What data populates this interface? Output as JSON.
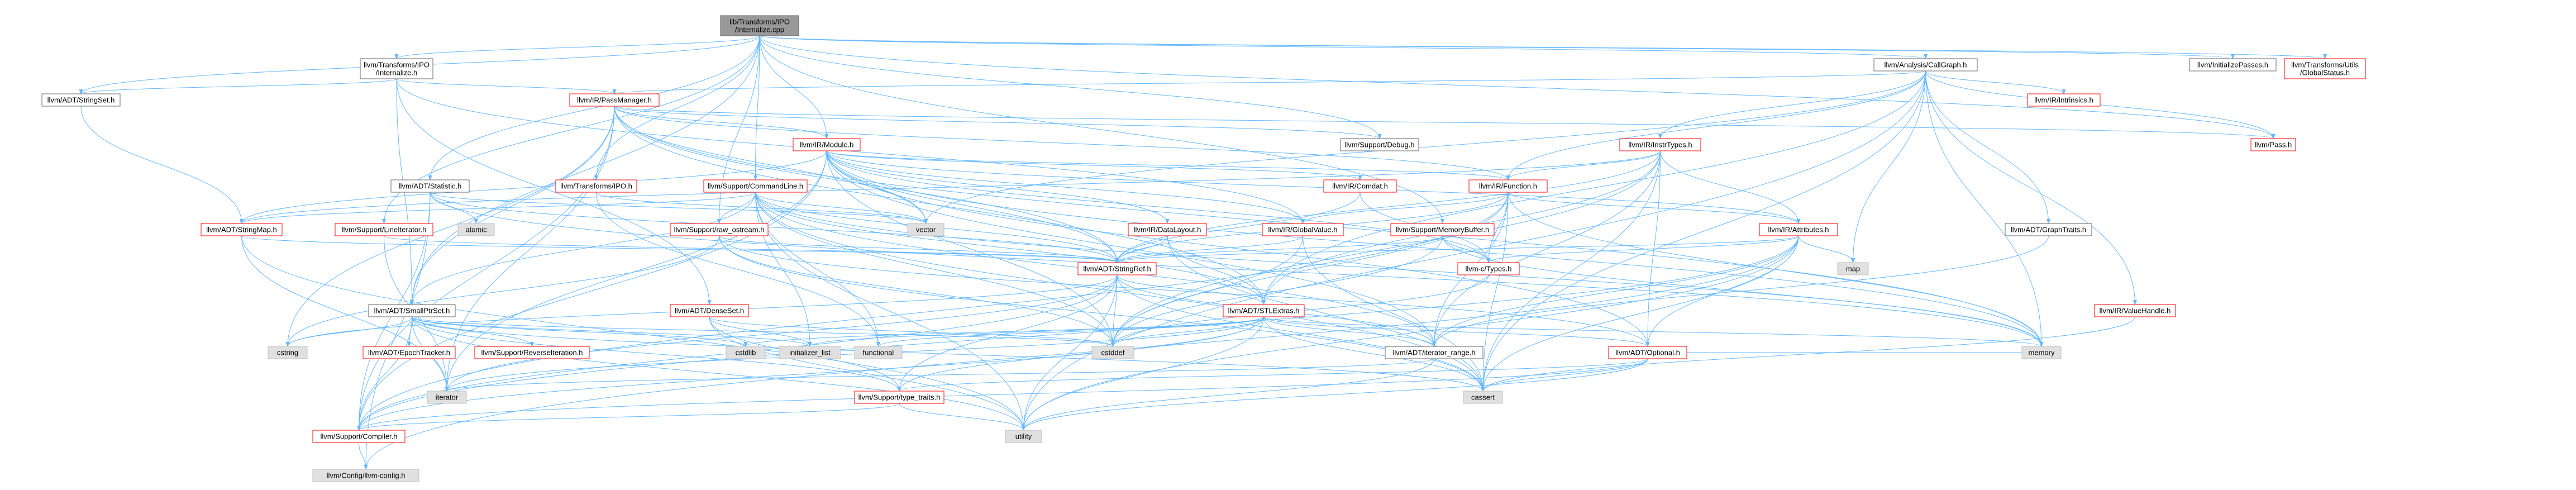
{
  "graph": {
    "colors": {
      "root_fill": "#999999",
      "node_fill": "#ffffff",
      "external_fill": "#e0e0e0",
      "node_border": "#666666",
      "red_border": "#ff0000",
      "text": "#000000",
      "edge": "#63b8ff"
    },
    "nodes": [
      {
        "id": "root",
        "lines": [
          "lib/Transforms/IPO",
          "/Internalize.cpp"
        ],
        "kind": "root"
      },
      {
        "id": "ipo_internalize_h",
        "lines": [
          "llvm/Transforms/IPO",
          "/Internalize.h"
        ],
        "kind": "normal"
      },
      {
        "id": "callgraph",
        "lines": [
          "llvm/Analysis/CallGraph.h"
        ],
        "kind": "normal"
      },
      {
        "id": "initializepasses",
        "lines": [
          "llvm/InitializePasses.h"
        ],
        "kind": "normal"
      },
      {
        "id": "globalstatus",
        "lines": [
          "llvm/Transforms/Utils",
          "/GlobalStatus.h"
        ],
        "kind": "red"
      },
      {
        "id": "stringset",
        "lines": [
          "llvm/ADT/StringSet.h"
        ],
        "kind": "normal"
      },
      {
        "id": "passmanager",
        "lines": [
          "llvm/IR/PassManager.h"
        ],
        "kind": "red"
      },
      {
        "id": "intrinsics",
        "lines": [
          "llvm/IR/Intrinsics.h"
        ],
        "kind": "red"
      },
      {
        "id": "instrtypes",
        "lines": [
          "llvm/IR/InstrTypes.h"
        ],
        "kind": "red"
      },
      {
        "id": "module",
        "lines": [
          "llvm/IR/Module.h"
        ],
        "kind": "red"
      },
      {
        "id": "debug",
        "lines": [
          "llvm/Support/Debug.h"
        ],
        "kind": "normal"
      },
      {
        "id": "pass",
        "lines": [
          "llvm/Pass.h"
        ],
        "kind": "red"
      },
      {
        "id": "statistic",
        "lines": [
          "llvm/ADT/Statistic.h"
        ],
        "kind": "normal"
      },
      {
        "id": "transforms_ipo",
        "lines": [
          "llvm/Transforms/IPO.h"
        ],
        "kind": "red"
      },
      {
        "id": "commandline",
        "lines": [
          "llvm/Support/CommandLine.h"
        ],
        "kind": "red"
      },
      {
        "id": "comdat",
        "lines": [
          "llvm/IR/Comdat.h"
        ],
        "kind": "red"
      },
      {
        "id": "function",
        "lines": [
          "llvm/IR/Function.h"
        ],
        "kind": "red"
      },
      {
        "id": "stringmap",
        "lines": [
          "llvm/ADT/StringMap.h"
        ],
        "kind": "red"
      },
      {
        "id": "atomic",
        "lines": [
          "atomic"
        ],
        "kind": "external"
      },
      {
        "id": "vector",
        "lines": [
          "vector"
        ],
        "kind": "external"
      },
      {
        "id": "lineiterator",
        "lines": [
          "llvm/Support/LineIterator.h"
        ],
        "kind": "red"
      },
      {
        "id": "raw_ostream",
        "lines": [
          "llvm/Support/raw_ostream.h"
        ],
        "kind": "red"
      },
      {
        "id": "datalayout",
        "lines": [
          "llvm/IR/DataLayout.h"
        ],
        "kind": "red"
      },
      {
        "id": "globalvalue",
        "lines": [
          "llvm/IR/GlobalValue.h"
        ],
        "kind": "red"
      },
      {
        "id": "memorybuffer",
        "lines": [
          "llvm/Support/MemoryBuffer.h"
        ],
        "kind": "red"
      },
      {
        "id": "attributes",
        "lines": [
          "llvm/IR/Attributes.h"
        ],
        "kind": "red"
      },
      {
        "id": "graphtraits",
        "lines": [
          "llvm/ADT/GraphTraits.h"
        ],
        "kind": "normal"
      },
      {
        "id": "stringref",
        "lines": [
          "llvm/ADT/StringRef.h"
        ],
        "kind": "red"
      },
      {
        "id": "ctypes",
        "lines": [
          "llvm-c/Types.h"
        ],
        "kind": "red"
      },
      {
        "id": "map",
        "lines": [
          "map"
        ],
        "kind": "external"
      },
      {
        "id": "smallptrset",
        "lines": [
          "llvm/ADT/SmallPtrSet.h"
        ],
        "kind": "normal"
      },
      {
        "id": "densemap",
        "lines": [
          "llvm/ADT/DenseSet.h"
        ],
        "kind": "red"
      },
      {
        "id": "stlextras",
        "lines": [
          "llvm/ADT/STLExtras.h"
        ],
        "kind": "red"
      },
      {
        "id": "valuehandle",
        "lines": [
          "llvm/IR/ValueHandle.h"
        ],
        "kind": "red"
      },
      {
        "id": "cstring",
        "lines": [
          "cstring"
        ],
        "kind": "external"
      },
      {
        "id": "epochtracker",
        "lines": [
          "llvm/ADT/EpochTracker.h"
        ],
        "kind": "red"
      },
      {
        "id": "reverseiteration",
        "lines": [
          "llvm/Support/ReverseIteration.h"
        ],
        "kind": "red"
      },
      {
        "id": "cstdlib",
        "lines": [
          "cstdlib"
        ],
        "kind": "external"
      },
      {
        "id": "initializer_list",
        "lines": [
          "initializer_list"
        ],
        "kind": "external"
      },
      {
        "id": "functional",
        "lines": [
          "functional"
        ],
        "kind": "external"
      },
      {
        "id": "cstddef",
        "lines": [
          "cstddef"
        ],
        "kind": "external"
      },
      {
        "id": "iterator_range",
        "lines": [
          "llvm/ADT/iterator_range.h"
        ],
        "kind": "normal"
      },
      {
        "id": "optional",
        "lines": [
          "llvm/ADT/Optional.h"
        ],
        "kind": "red"
      },
      {
        "id": "memory",
        "lines": [
          "memory"
        ],
        "kind": "external"
      },
      {
        "id": "iterator",
        "lines": [
          "iterator"
        ],
        "kind": "external"
      },
      {
        "id": "type_traits",
        "lines": [
          "llvm/Support/type_traits.h"
        ],
        "kind": "red"
      },
      {
        "id": "cassert",
        "lines": [
          "cassert"
        ],
        "kind": "external"
      },
      {
        "id": "utility",
        "lines": [
          "utility"
        ],
        "kind": "external"
      },
      {
        "id": "compiler",
        "lines": [
          "llvm/Support/Compiler.h"
        ],
        "kind": "red"
      },
      {
        "id": "llvm_config",
        "lines": [
          "llvm/Config/llvm-config.h"
        ],
        "kind": "external"
      }
    ],
    "edges": [
      [
        "root",
        "ipo_internalize_h"
      ],
      [
        "root",
        "callgraph"
      ],
      [
        "root",
        "initializepasses"
      ],
      [
        "root",
        "globalstatus"
      ],
      [
        "root",
        "stringset"
      ],
      [
        "root",
        "module"
      ],
      [
        "root",
        "debug"
      ],
      [
        "root",
        "pass"
      ],
      [
        "root",
        "statistic"
      ],
      [
        "root",
        "transforms_ipo"
      ],
      [
        "root",
        "commandline"
      ],
      [
        "root",
        "lineiterator"
      ],
      [
        "root",
        "raw_ostream"
      ],
      [
        "root",
        "memorybuffer"
      ],
      [
        "root",
        "smallptrset"
      ],
      [
        "ipo_internalize_h",
        "passmanager"
      ],
      [
        "ipo_internalize_h",
        "stringset"
      ],
      [
        "ipo_internalize_h",
        "smallptrset"
      ],
      [
        "ipo_internalize_h",
        "densemap"
      ],
      [
        "ipo_internalize_h",
        "globalvalue"
      ],
      [
        "callgraph",
        "passmanager"
      ],
      [
        "callgraph",
        "intrinsics"
      ],
      [
        "callgraph",
        "instrtypes"
      ],
      [
        "callgraph",
        "pass"
      ],
      [
        "callgraph",
        "graphtraits"
      ],
      [
        "callgraph",
        "valuehandle"
      ],
      [
        "callgraph",
        "stlextras"
      ],
      [
        "callgraph",
        "map"
      ],
      [
        "callgraph",
        "memory"
      ],
      [
        "callgraph",
        "utility"
      ],
      [
        "callgraph",
        "vector"
      ],
      [
        "callgraph",
        "cassert"
      ],
      [
        "callgraph",
        "function"
      ],
      [
        "stringset",
        "stringmap"
      ],
      [
        "passmanager",
        "module"
      ],
      [
        "passmanager",
        "function"
      ],
      [
        "passmanager",
        "stringref"
      ],
      [
        "passmanager",
        "smallptrset"
      ],
      [
        "passmanager",
        "stlextras"
      ],
      [
        "passmanager",
        "compiler"
      ],
      [
        "passmanager",
        "vector"
      ],
      [
        "passmanager",
        "iterator"
      ],
      [
        "passmanager",
        "cstring"
      ],
      [
        "passmanager",
        "memory"
      ],
      [
        "passmanager",
        "pass"
      ],
      [
        "passmanager",
        "debug"
      ],
      [
        "instrtypes",
        "attributes"
      ],
      [
        "instrtypes",
        "function"
      ],
      [
        "instrtypes",
        "stringmap"
      ],
      [
        "instrtypes",
        "optional"
      ],
      [
        "instrtypes",
        "stlextras"
      ],
      [
        "instrtypes",
        "iterator_range"
      ],
      [
        "instrtypes",
        "stringref"
      ],
      [
        "instrtypes",
        "cassert"
      ],
      [
        "instrtypes",
        "cstddef"
      ],
      [
        "module",
        "comdat"
      ],
      [
        "module",
        "datalayout"
      ],
      [
        "module",
        "function"
      ],
      [
        "module",
        "globalvalue"
      ],
      [
        "module",
        "attributes"
      ],
      [
        "module",
        "stringmap"
      ],
      [
        "module",
        "stringref"
      ],
      [
        "module",
        "ctypes"
      ],
      [
        "module",
        "optional"
      ],
      [
        "module",
        "iterator_range"
      ],
      [
        "module",
        "vector"
      ],
      [
        "module",
        "memory"
      ],
      [
        "module",
        "cstddef"
      ],
      [
        "module",
        "iterator"
      ],
      [
        "module",
        "compiler"
      ],
      [
        "statistic",
        "atomic"
      ],
      [
        "statistic",
        "memory"
      ],
      [
        "statistic",
        "vector"
      ],
      [
        "statistic",
        "stringref"
      ],
      [
        "statistic",
        "compiler"
      ],
      [
        "statistic",
        "llvm_config"
      ],
      [
        "transforms_ipo",
        "functional"
      ],
      [
        "transforms_ipo",
        "vector"
      ],
      [
        "commandline",
        "raw_ostream"
      ],
      [
        "commandline",
        "smallptrset"
      ],
      [
        "commandline",
        "stringmap"
      ],
      [
        "commandline",
        "stringref"
      ],
      [
        "commandline",
        "stlextras"
      ],
      [
        "commandline",
        "iterator_range"
      ],
      [
        "commandline",
        "cassert"
      ],
      [
        "commandline",
        "functional"
      ],
      [
        "commandline",
        "initializer_list"
      ],
      [
        "commandline",
        "cstddef"
      ],
      [
        "commandline",
        "vector"
      ],
      [
        "commandline",
        "utility"
      ],
      [
        "commandline",
        "memory"
      ],
      [
        "comdat",
        "ctypes"
      ],
      [
        "comdat",
        "stringref"
      ],
      [
        "function",
        "attributes"
      ],
      [
        "function",
        "globalvalue"
      ],
      [
        "function",
        "stringref"
      ],
      [
        "function",
        "iterator_range"
      ],
      [
        "function",
        "cassert"
      ],
      [
        "function",
        "cstddef"
      ],
      [
        "function",
        "memory"
      ],
      [
        "function",
        "ctypes"
      ],
      [
        "function",
        "compiler"
      ],
      [
        "stringmap",
        "iterator"
      ],
      [
        "stringmap",
        "utility"
      ],
      [
        "stringmap",
        "stringref"
      ],
      [
        "lineiterator",
        "stringref"
      ],
      [
        "lineiterator",
        "iterator"
      ],
      [
        "raw_ostream",
        "stringref"
      ],
      [
        "raw_ostream",
        "cassert"
      ],
      [
        "raw_ostream",
        "cstddef"
      ],
      [
        "raw_ostream",
        "cstring"
      ],
      [
        "raw_ostream",
        "optional"
      ],
      [
        "datalayout",
        "stringref"
      ],
      [
        "datalayout",
        "cassert"
      ],
      [
        "datalayout",
        "stlextras"
      ],
      [
        "globalvalue",
        "stringref"
      ],
      [
        "globalvalue",
        "cassert"
      ],
      [
        "globalvalue",
        "cstddef"
      ],
      [
        "memorybuffer",
        "stringref"
      ],
      [
        "memorybuffer",
        "memory"
      ],
      [
        "memorybuffer",
        "cstddef"
      ],
      [
        "memorybuffer",
        "ctypes"
      ],
      [
        "attributes",
        "stringref"
      ],
      [
        "attributes",
        "optional"
      ],
      [
        "attributes",
        "iterator_range"
      ],
      [
        "attributes",
        "ctypes"
      ],
      [
        "attributes",
        "map"
      ],
      [
        "attributes",
        "cassert"
      ],
      [
        "attributes",
        "utility"
      ],
      [
        "attributes",
        "compiler"
      ],
      [
        "attributes",
        "llvm_config"
      ],
      [
        "graphtraits",
        "iterator_range"
      ],
      [
        "stringref",
        "stlextras"
      ],
      [
        "stringref",
        "iterator_range"
      ],
      [
        "stringref",
        "compiler"
      ],
      [
        "stringref",
        "cstring"
      ],
      [
        "stringref",
        "cstddef"
      ],
      [
        "stringref",
        "utility"
      ],
      [
        "stringref",
        "cassert"
      ],
      [
        "stringref",
        "iterator"
      ],
      [
        "stringref",
        "type_traits"
      ],
      [
        "ctypes",
        "cstddef"
      ],
      [
        "smallptrset",
        "epochtracker"
      ],
      [
        "smallptrset",
        "reverseiteration"
      ],
      [
        "smallptrset",
        "compiler"
      ],
      [
        "smallptrset",
        "type_traits"
      ],
      [
        "smallptrset",
        "cassert"
      ],
      [
        "smallptrset",
        "cstddef"
      ],
      [
        "smallptrset",
        "cstdlib"
      ],
      [
        "smallptrset",
        "cstring"
      ],
      [
        "smallptrset",
        "initializer_list"
      ],
      [
        "smallptrset",
        "iterator"
      ],
      [
        "smallptrset",
        "utility"
      ],
      [
        "densemap",
        "initializer_list"
      ],
      [
        "densemap",
        "cstddef"
      ],
      [
        "densemap",
        "utility"
      ],
      [
        "densemap",
        "type_traits"
      ],
      [
        "stlextras",
        "optional"
      ],
      [
        "stlextras",
        "iterator_range"
      ],
      [
        "stlextras",
        "compiler"
      ],
      [
        "stlextras",
        "cassert"
      ],
      [
        "stlextras",
        "cstddef"
      ],
      [
        "stlextras",
        "functional"
      ],
      [
        "stlextras",
        "initializer_list"
      ],
      [
        "stlextras",
        "iterator"
      ],
      [
        "stlextras",
        "memory"
      ],
      [
        "stlextras",
        "utility"
      ],
      [
        "stlextras",
        "cstdlib"
      ],
      [
        "stlextras",
        "type_traits"
      ],
      [
        "valuehandle",
        "cassert"
      ],
      [
        "iterator_range",
        "iterator"
      ],
      [
        "iterator_range",
        "utility"
      ],
      [
        "optional",
        "cassert"
      ],
      [
        "optional",
        "memory"
      ],
      [
        "optional",
        "utility"
      ],
      [
        "optional",
        "compiler"
      ],
      [
        "optional",
        "type_traits"
      ],
      [
        "type_traits",
        "utility"
      ],
      [
        "type_traits",
        "compiler"
      ],
      [
        "compiler",
        "llvm_config"
      ]
    ]
  }
}
